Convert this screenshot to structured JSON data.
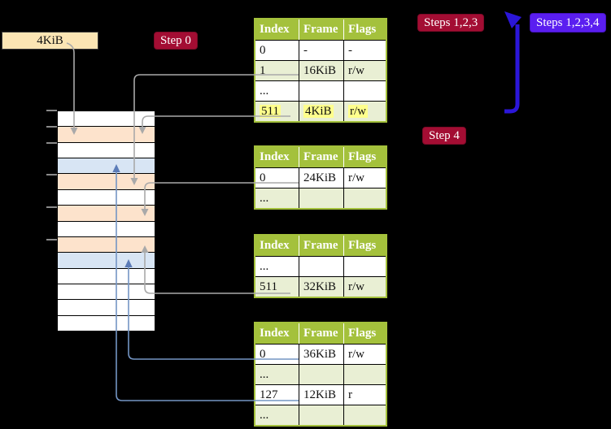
{
  "colors": {
    "background": "#000000",
    "table_header_green": "#a4c13c",
    "table_row_green": "#e9efd4",
    "badge_crimson": "#a30d33",
    "badge_blue_violet": "#5a1ef0",
    "loop_arrow_blue": "#2b16d9",
    "frame_box_wheat": "#fbe5b4",
    "strip_orange": "#fde3cc",
    "strip_blue": "#d8e5f4",
    "gray_connector": "#a9a9a9",
    "blue_connector": "#7495c4",
    "highlight_yellow": "#ffff8c"
  },
  "label_4kib": "4KiB",
  "badges": {
    "step0": "Step 0",
    "steps123": "Steps 1,2,3",
    "steps1234": "Steps 1,2,3,4",
    "step4": "Step 4"
  },
  "tables": [
    {
      "header": [
        "Index",
        "Frame",
        "Flags"
      ],
      "rows": [
        {
          "cells": [
            "0",
            "-",
            "-"
          ]
        },
        {
          "cells": [
            "1",
            "16KiB",
            "r/w"
          ]
        },
        {
          "cells": [
            "...",
            "",
            ""
          ]
        },
        {
          "cells": [
            "511",
            "4KiB",
            "r/w"
          ],
          "highlighted": true
        }
      ]
    },
    {
      "header": [
        "Index",
        "Frame",
        "Flags"
      ],
      "rows": [
        {
          "cells": [
            "0",
            "24KiB",
            "r/w"
          ]
        },
        {
          "cells": [
            "...",
            "",
            ""
          ]
        }
      ]
    },
    {
      "header": [
        "Index",
        "Frame",
        "Flags"
      ],
      "rows": [
        {
          "cells": [
            "...",
            "",
            ""
          ]
        },
        {
          "cells": [
            "511",
            "32KiB",
            "r/w"
          ]
        }
      ]
    },
    {
      "header": [
        "Index",
        "Frame",
        "Flags"
      ],
      "rows": [
        {
          "cells": [
            "0",
            "36KiB",
            "r/w"
          ]
        },
        {
          "cells": [
            "...",
            "",
            ""
          ]
        },
        {
          "cells": [
            "127",
            "12KiB",
            "r"
          ]
        },
        {
          "cells": [
            "...",
            "",
            ""
          ]
        }
      ]
    }
  ],
  "strip": {
    "row_styles": [
      "background:#ffffff",
      "background:#fde3cc",
      "background:#ffffff",
      "background:#d8e5f4",
      "background:#fde3cc",
      "background:#ffffff",
      "background:#fde3cc",
      "background:#ffffff",
      "background:#fde3cc",
      "background:#d8e5f4",
      "background:#ffffff",
      "background:#ffffff",
      "background:#ffffff",
      "background:#ffffff"
    ]
  }
}
